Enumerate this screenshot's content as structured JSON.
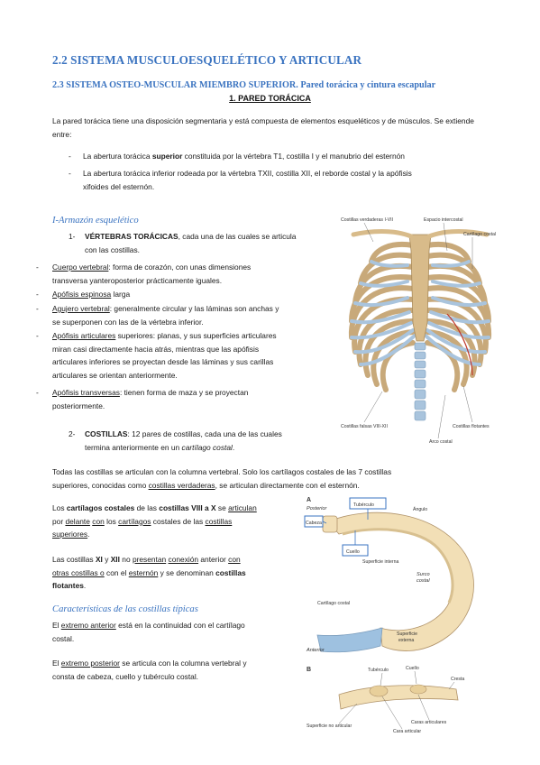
{
  "headings": {
    "h1": "2.2 SISTEMA MUSCULOESQUELÉTICO Y ARTICULAR",
    "h2": "2.3 SISTEMA OSTEO-MUSCULAR MIEMBRO SUPERIOR. Pared torácica y cintura escapular",
    "h3": "1. PARED TORÁCICA"
  },
  "intro": {
    "p1": "La pared torácica tiene una disposición segmentaria y está compuesta de elementos esqueléticos y de músculos. Se extiende entre:",
    "b1_pre": "La abertura torácica ",
    "b1_bold": "superior",
    "b1_post": " constituida por la vértebra T1, costilla I y el manubrio del esternón",
    "b2_l1": "La abertura torácica inferior rodeada por la vértebra TXII, costilla XII, el reborde costal y la apófisis",
    "b2_l2": "xifoides del esternón."
  },
  "section1": {
    "title": "I-Armazón esquelético",
    "item1_num": "1-",
    "item1_bold": "VÉRTEBRAS TORÁCICAS",
    "item1_rest": ", cada una de las cuales se articula",
    "item1_l2": "con las costillas.",
    "d1_u": "Cuerpo vertebral",
    "d1_l1": ": forma de corazón, con unas dimensiones",
    "d1_l2": "transversa yanteroposterior prácticamente iguales.",
    "d2_u": "Apófisis espinosa",
    "d2_rest": " larga",
    "d3_u": "Agujero vertebral",
    "d3_l1": ": generalmente circular y las láminas son anchas y",
    "d3_l2": "se superponen con las de la vértebra inferior.",
    "d4_u": "Apófisis articulares",
    "d4_l1": " superiores: planas, y sus superficies articulares",
    "d4_l2": "miran casi directamente hacia atrás, mientras que las apófisis",
    "d4_l3": "articulares inferiores se proyectan desde las láminas y sus carillas",
    "d4_l4": "articulares se orientan anteriormente.",
    "d5_u": "Apófisis transversas",
    "d5_l1": ": tienen forma de maza y se proyectan",
    "d5_l2": "posteriormente.",
    "item2_num": "2-",
    "item2_bold": "COSTILLAS",
    "item2_rest": ": 12 pares de costillas, cada una de las cuales",
    "item2_l2a": "termina anteriormente en un ",
    "item2_l2i": "cartílago costal",
    "item2_l2b": "."
  },
  "para2": {
    "l1": "Todas las costillas se articulan con la columna vertebral. Solo los cartílagos costales de las 7 costillas",
    "l2a": "superiores, conocidas como ",
    "l2u": "costillas verdaderas",
    "l2b": ", se articulan directamente con el esternón."
  },
  "para3": {
    "a": "Los ",
    "b": "cartílagos costales",
    "c": " de las ",
    "d": "costillas VIII a X",
    "e": " se ",
    "f": "articulan",
    "g": "por ",
    "h": "delante",
    "i": " ",
    "j": "con",
    "k": " los ",
    "l": "cartílagos",
    "m": " costales de las ",
    "n": "costillas",
    "o": "superiores",
    "p": "."
  },
  "para4": {
    "a": "Las costillas ",
    "b": "XI",
    "c": " y ",
    "d": "XII",
    "e": " no ",
    "f": "presentan",
    "g": " ",
    "h": "conexión",
    "i": " anterior ",
    "j": "con",
    "k": "otras costillas o",
    "l": " con el ",
    "m": "esternón",
    "n": " y se denominan ",
    "o": "costillas",
    "p": "flotantes",
    "q": "."
  },
  "section2": {
    "title": "Características de las costillas típicas",
    "p1a": "El ",
    "p1u": "extremo anterior",
    "p1b": " está en la continuidad con el cartílago",
    "p1l2": "costal.",
    "p2a": "El ",
    "p2u": "extremo posterior",
    "p2b": " se articula con la columna vertebral y",
    "p2l2": "consta de cabeza, cuello y tubérculo costal."
  },
  "figure1": {
    "labels": [
      "Costillas verdaderas I-VII",
      "Espacio intercostal",
      "Cartílago costal",
      "Costillas falsas VIII-XII",
      "Costillas flotantes",
      "Arco costal"
    ]
  },
  "figure2": {
    "labels": {
      "A": "A",
      "posterior": "Posterior",
      "cabeza": "Cabeza",
      "tuberculo": "Tubérculo",
      "angulo": "Ángulo",
      "cuello": "Cuello",
      "sup_interna": "Superficie interna",
      "surco": "Surco",
      "costal": "costal",
      "cartilago": "Cartílago costal",
      "sup_externa": "Superficie",
      "externa": "externa",
      "anterior": "Anterior",
      "B": "B",
      "tuberculo2": "Tubérculo",
      "cuello2": "Cuello",
      "cresta": "Cresta",
      "sup_no_art": "Superficie no articular",
      "caras_art": "Caras articulares",
      "cara_art": "Cara articular"
    }
  }
}
